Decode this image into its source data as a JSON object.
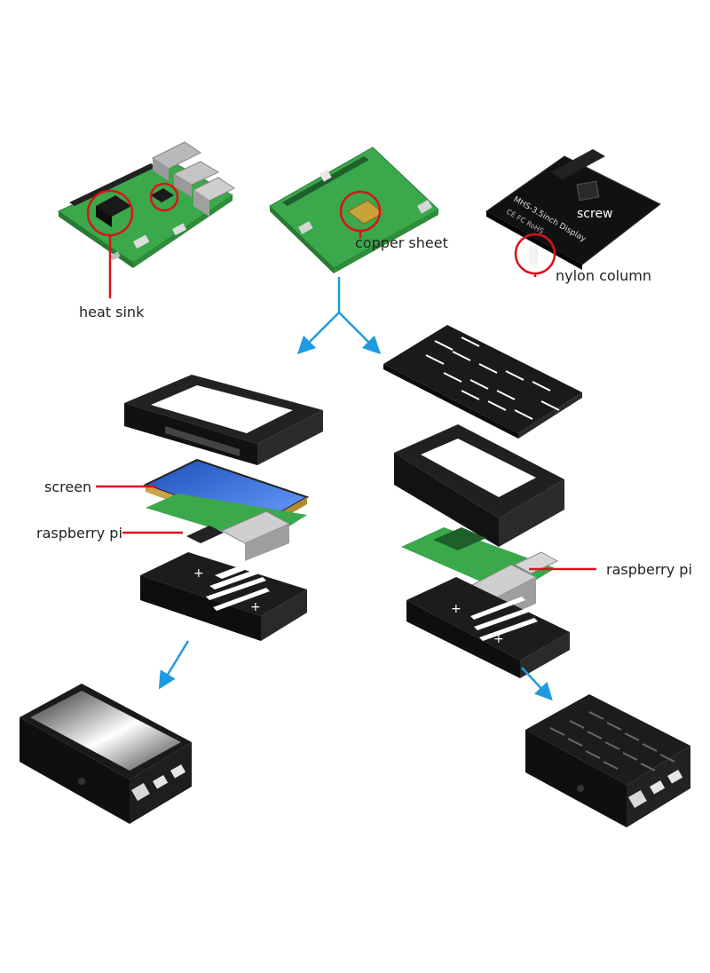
{
  "labels": {
    "heat_sink": "heat sink",
    "copper_sheet": "copper sheet",
    "screw": "screw",
    "nylon_column": "nylon column",
    "screen": "screen",
    "raspberry_pi_left": "raspberry pi",
    "raspberry_pi_right": "raspberry pi"
  },
  "display_board_text": {
    "model": "MHS-3.5inch Display",
    "marks": "CE FC RoHS"
  },
  "colors": {
    "callout_line": "#d9131a",
    "callout_circle": "#d9131a",
    "arrow": "#1e9be0",
    "pcb_green": "#3aa84b",
    "case_black": "#1a1a1a",
    "copper": "#c9a23a",
    "screen_blue": "#3b6fd1"
  }
}
